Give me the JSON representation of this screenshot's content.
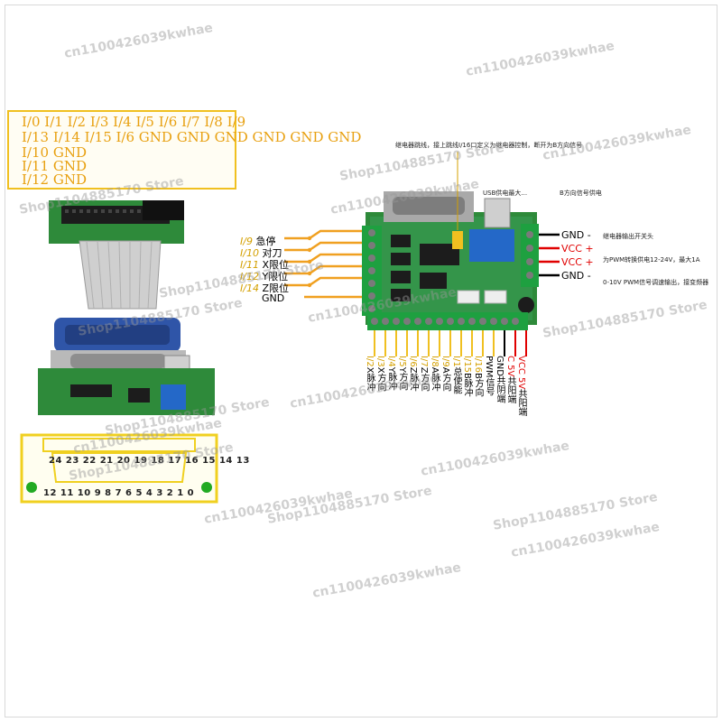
{
  "pin_map": {
    "rows": [
      [
        "I/0",
        "I/1",
        "I/2",
        "I/3",
        "I/4",
        "I/5",
        "I/6",
        "I/7",
        "I/8",
        "I/9"
      ],
      [
        "I/13",
        "I/14",
        "I/15",
        "I/6",
        "GND",
        "GND",
        "GND",
        "GND",
        "GND",
        "GND"
      ],
      [
        "I/10",
        "I/11",
        "I/12"
      ],
      [
        "GND",
        "GND",
        "GND"
      ]
    ],
    "lines": [
      "I/0  I/1  I/2  I/3  I/4  I/5  I/6  I/7  I/8  I/9",
      "I/13 I/14 I/15 I/6  GND  GND  GND  GND  GND  GND",
      "I/10 GND",
      "I/11 GND",
      "I/12 GND"
    ]
  },
  "connector": {
    "top_numbers": "24 23 22 21 20 19 18 17 16 15 14 13",
    "bottom_numbers": "12 11 10 9 8 7 6 5 4 3 2 1 0"
  },
  "io_inputs": [
    {
      "pin": "I/9",
      "label": "急停"
    },
    {
      "pin": "I/10",
      "label": "对刀"
    },
    {
      "pin": "I/11",
      "label": "X限位"
    },
    {
      "pin": "I/12",
      "label": "Y限位"
    },
    {
      "pin": "I/14",
      "label": "Z限位"
    },
    {
      "pin": "",
      "label": "GND"
    }
  ],
  "annotations": {
    "relay_note": "继电器跳线，接上跳线I/16口定义为继电器控制，断开为B方向信号",
    "usb_note": "USB供电最大...",
    "usb_note2": "B方向信号供电",
    "relay_out": "继电器输出开关头",
    "pwm_supply": "为PWM转换供电12-24V，最大1A",
    "pwm_out": "0-10V PWM信号调速输出，接变频器"
  },
  "power_labels": [
    {
      "text": "GND -",
      "color": "#000000"
    },
    {
      "text": "VCC +",
      "color": "#e00000"
    },
    {
      "text": "VCC +",
      "color": "#e00000"
    },
    {
      "text": "GND -",
      "color": "#000000"
    }
  ],
  "bottom_labels": [
    {
      "pin": "I/2",
      "label": "X脉冲"
    },
    {
      "pin": "I/3",
      "label": "X方向"
    },
    {
      "pin": "I/4",
      "label": "Y脉冲"
    },
    {
      "pin": "I/5",
      "label": "Y方向"
    },
    {
      "pin": "I/6",
      "label": "Z脉冲"
    },
    {
      "pin": "I/7",
      "label": "Z方向"
    },
    {
      "pin": "I/8",
      "label": "A脉冲"
    },
    {
      "pin": "I/9",
      "label": "A方向"
    },
    {
      "pin": "I/1",
      "label": "总使能"
    },
    {
      "pin": "I/15",
      "label": "B脉冲"
    },
    {
      "pin": "I/16",
      "label": "B方向"
    },
    {
      "pin": "",
      "label": "PWM信号"
    },
    {
      "pin": "GND",
      "label": "共阴端"
    },
    {
      "pin": "C 5V",
      "label": "共阳端"
    },
    {
      "pin": "VCC 5V",
      "label": "共阳端"
    }
  ],
  "watermarks": [
    "cn1100426039kwhae",
    "cn1100426039kwhae",
    "Shop1104885170 Store",
    "cn1100426039kwhae",
    "Shop1104885170 Store",
    "cn1100426039kwhae",
    "Shop1104885170 Store",
    "Shop1104885170 Store",
    "cn1100426039kwhae",
    "Shop1104885170 Store",
    "cn1100426039kwhae",
    "Shop1104885170 Store",
    "cn1100426039kwhae",
    "Shop1104885170 Store",
    "cn1100426039kwhae",
    "cn1100426039kwhae",
    "Shop1104885170 Store",
    "Shop1104885170 Store",
    "cn1100426039kwhae",
    "cn1100426039kwhae"
  ],
  "colors": {
    "pin_yellow": "#d4a000",
    "pcb_green": "#2e8a3a",
    "terminal_green": "#1ea040",
    "wire_red": "#e00000",
    "connector_outline": "#f0d020"
  }
}
